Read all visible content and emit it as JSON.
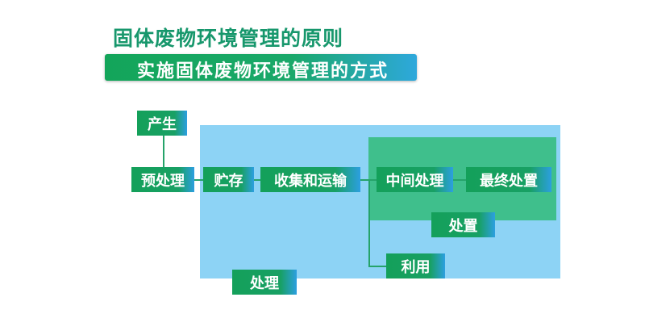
{
  "title": "固体废物环境管理的原则",
  "banner": "实施固体废物环境管理的方式",
  "nodes": {
    "generate": "产生",
    "pretreat": "预处理",
    "storage": "贮存",
    "collect": "收集和运输",
    "intermediate": "中间处理",
    "final": "最终处置",
    "disposal": "处置",
    "utilize": "利用",
    "treatment": "处理"
  }
}
